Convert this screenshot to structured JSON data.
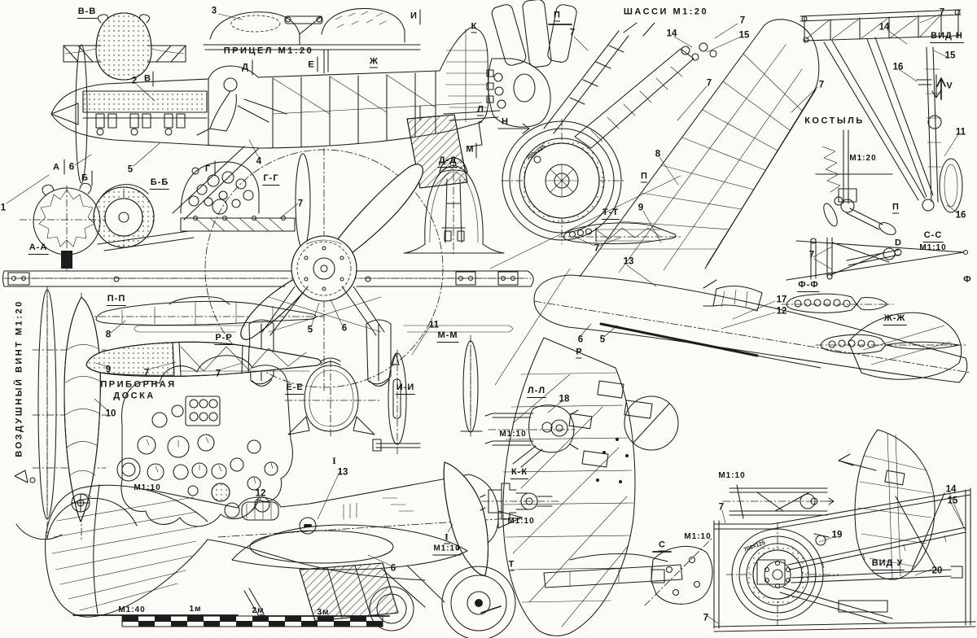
{
  "palette": {
    "paper": "#fcfbf7",
    "ink": "#1c1c1c"
  },
  "titles": {
    "gunsight": "ПРИЦЕЛ  М1:20",
    "chassis": "ШАССИ  М1:20",
    "tail_skid": "КОСТЫЛЬ",
    "instrument_panel_line1": "ПРИБОРНАЯ",
    "instrument_panel_line2": "ДОСКА",
    "propeller_vertical": "ВОЗДУШНЫЙ  ВИНТ  М1:20",
    "view_n": "ВИД Н",
    "view_u": "ВИД У"
  },
  "sections": {
    "aa": "А-А",
    "bb": "Б-Б",
    "vv": "В-В",
    "gg": "Г-Г",
    "dd": "Д-Д",
    "ee": "Е-Е",
    "ii": "И-И",
    "mm": "М-М",
    "pp": "П-П",
    "rr": "Р-Р",
    "tt": "Т-Т",
    "ll": "Л-Л",
    "kk": "К-К",
    "ss": "С-С",
    "ff": "Ф-Ф",
    "zz": "Ж-Ж"
  },
  "scales": {
    "m110": "М1:10",
    "m120": "М1:20",
    "m140": "М1:40"
  },
  "scalebar": {
    "t1": "1м",
    "t2": "2м",
    "t3": "3м"
  },
  "markers": {
    "a": "А",
    "b": "Б",
    "v": "В",
    "g": "Г",
    "d": "Д",
    "e": "Е",
    "zh": "Ж",
    "i": "И",
    "k": "К",
    "l": "Л",
    "m": "М",
    "n": "Н",
    "p": "П",
    "r": "Р",
    "s": "С",
    "t": "Т",
    "f": "Ф",
    "v_lat": "V",
    "d_lat": "D",
    "i_lat": "I",
    "roman2": "П"
  },
  "parts": {
    "p1": "1",
    "p2": "2",
    "p3": "3",
    "p4": "4",
    "p5": "5",
    "p6": "6",
    "p7": "7",
    "p8": "8",
    "p9": "9",
    "p10": "10",
    "p11": "11",
    "p12": "12",
    "p13": "13",
    "p14": "14",
    "p15": "15",
    "p16": "16",
    "p17": "17",
    "p18": "18",
    "p19": "19",
    "p20": "20"
  },
  "tire": {
    "size": "700×125"
  }
}
